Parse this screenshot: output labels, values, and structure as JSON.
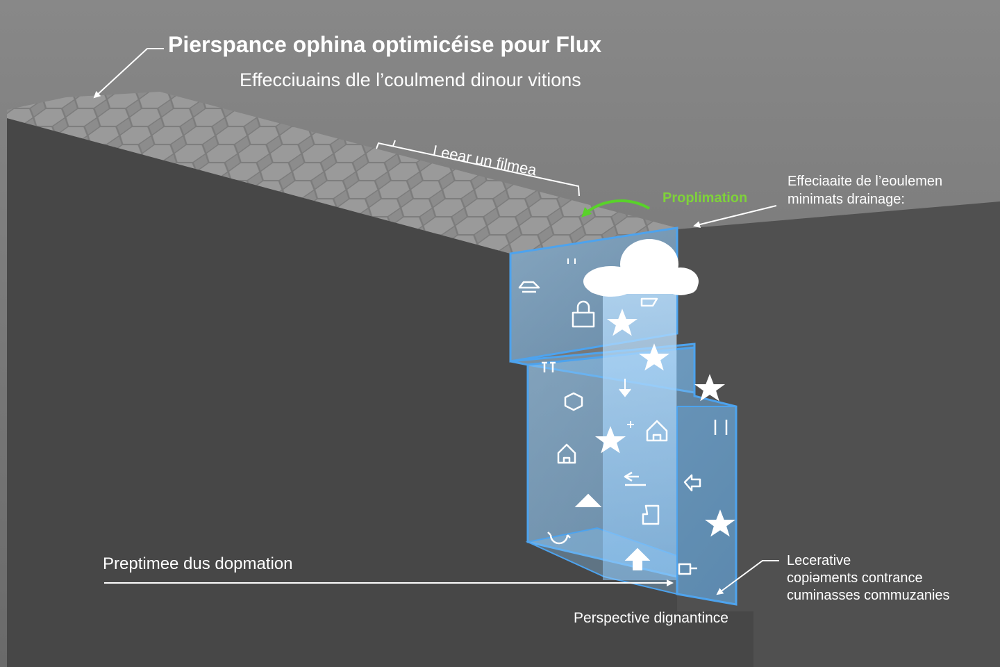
{
  "title": "Pierspance ophina optimicéise pour Flux",
  "subtitle": "Effecciuains dle l’coulmend dinour vitions",
  "film_label": "Leear un filmea",
  "green_label": "Proplimation",
  "right_label": [
    "Effeciaaite de l’eoulemen",
    "minimats drainage:"
  ],
  "bottom_left_label": "Preptimee dus dopmation",
  "lower_right_label": [
    "Lecerative",
    "copiəments contrance",
    "cuminasses commuzanies"
  ],
  "bottom_label": "Perspective dignantince",
  "colors": {
    "background": "#7a7a7a",
    "wall": "#484848",
    "panel": "#6fb6ee",
    "accent_green": "#7fd23a",
    "text": "#ffffff"
  },
  "icons": [
    "cloud-icon",
    "star-icon",
    "house-icon",
    "padlock-icon",
    "people-icon",
    "arrow-down-icon",
    "arrow-up-icon",
    "recycle-icon",
    "share-icon",
    "car-icon"
  ]
}
